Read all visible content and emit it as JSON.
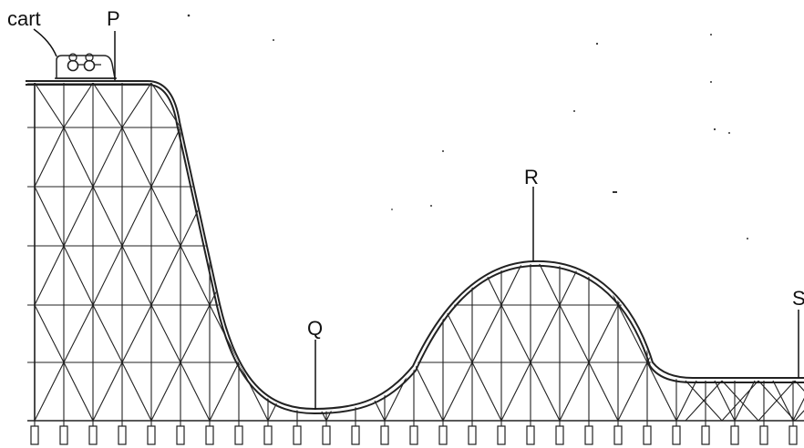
{
  "labels": {
    "cart": "cart",
    "P": "P",
    "Q": "Q",
    "R": "R",
    "S": "S"
  },
  "icons": {
    "cart": "roller-coaster-cart"
  }
}
